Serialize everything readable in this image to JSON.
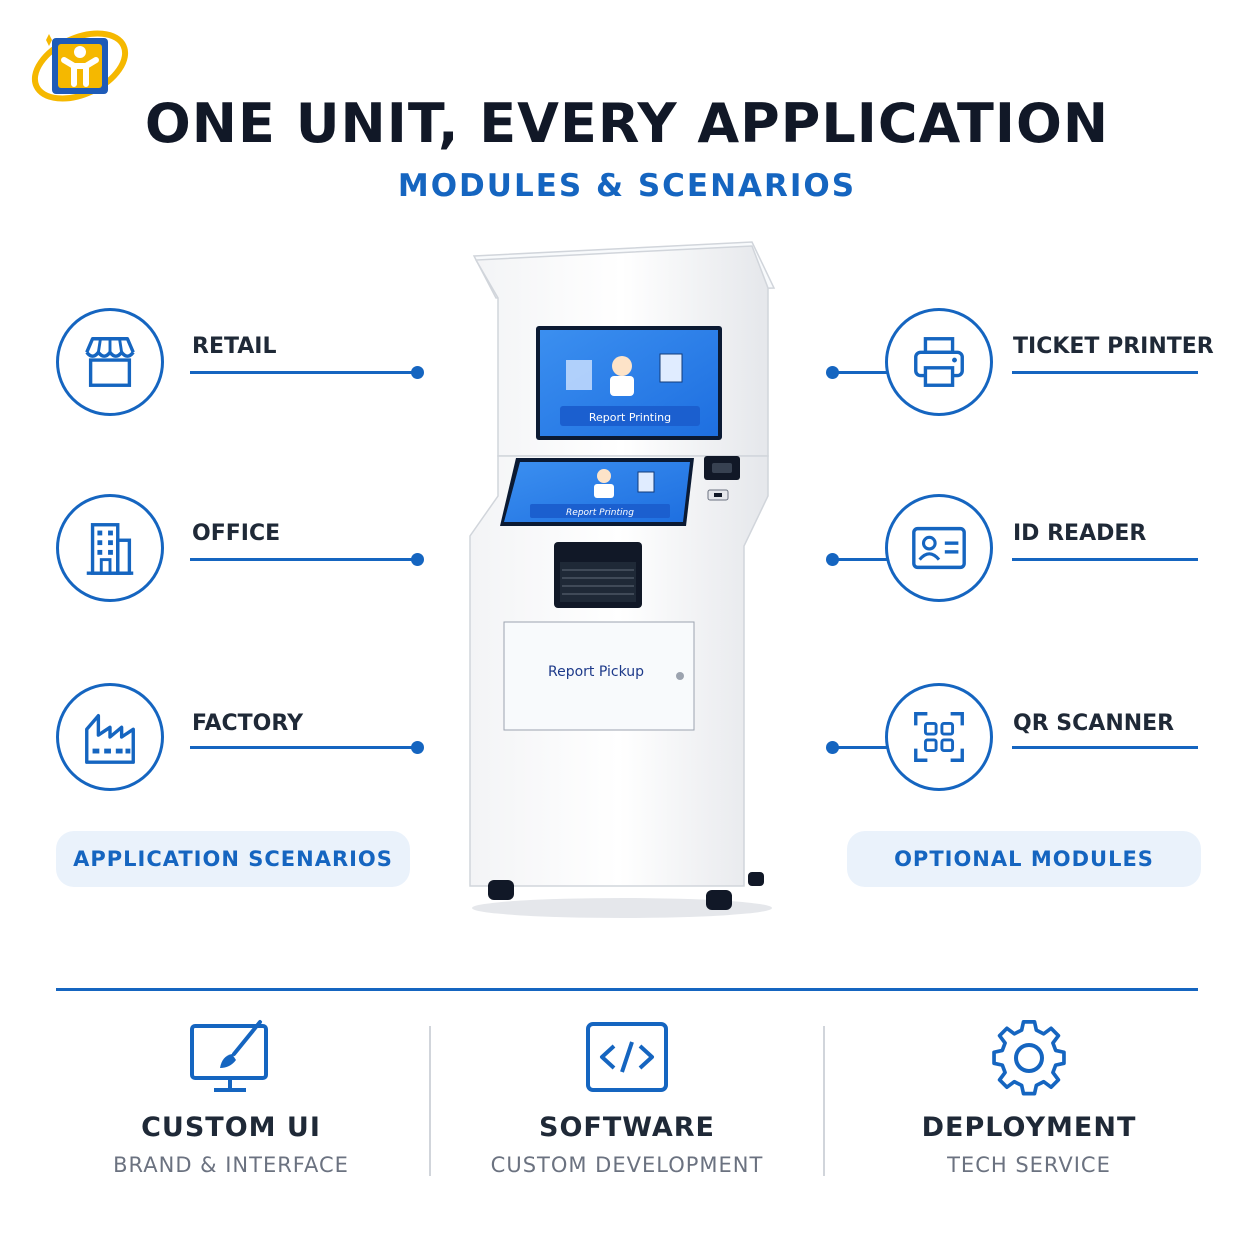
{
  "header": {
    "title": "ONE UNIT, EVERY APPLICATION",
    "subtitle": "MODULES & SCENARIOS"
  },
  "scenarios": [
    {
      "label": "RETAIL",
      "icon": "store-icon"
    },
    {
      "label": "OFFICE",
      "icon": "office-building-icon"
    },
    {
      "label": "FACTORY",
      "icon": "factory-icon"
    }
  ],
  "modules": [
    {
      "label": "TICKET PRINTER",
      "icon": "printer-icon"
    },
    {
      "label": "ID READER",
      "icon": "id-card-icon"
    },
    {
      "label": "QR SCANNER",
      "icon": "qr-scanner-icon"
    }
  ],
  "pills": {
    "left": "APPLICATION SCENARIOS",
    "right": "OPTIONAL MODULES"
  },
  "kiosk": {
    "top_screen_label": "Report Printing",
    "bottom_screen_label": "Report Printing",
    "panel_label": "Report Pickup"
  },
  "bottom": [
    {
      "title": "CUSTOM UI",
      "subtitle": "BRAND & INTERFACE",
      "icon": "monitor-brush-icon"
    },
    {
      "title": "SOFTWARE",
      "subtitle": "CUSTOM DEVELOPMENT",
      "icon": "code-icon"
    },
    {
      "title": "DEPLOYMENT",
      "subtitle": "TECH SERVICE",
      "icon": "gear-icon"
    }
  ],
  "colors": {
    "accent": "#1565c0",
    "pill_bg": "#eaf2fb",
    "logo_yellow": "#f5b800",
    "logo_blue": "#1e5bb8"
  }
}
